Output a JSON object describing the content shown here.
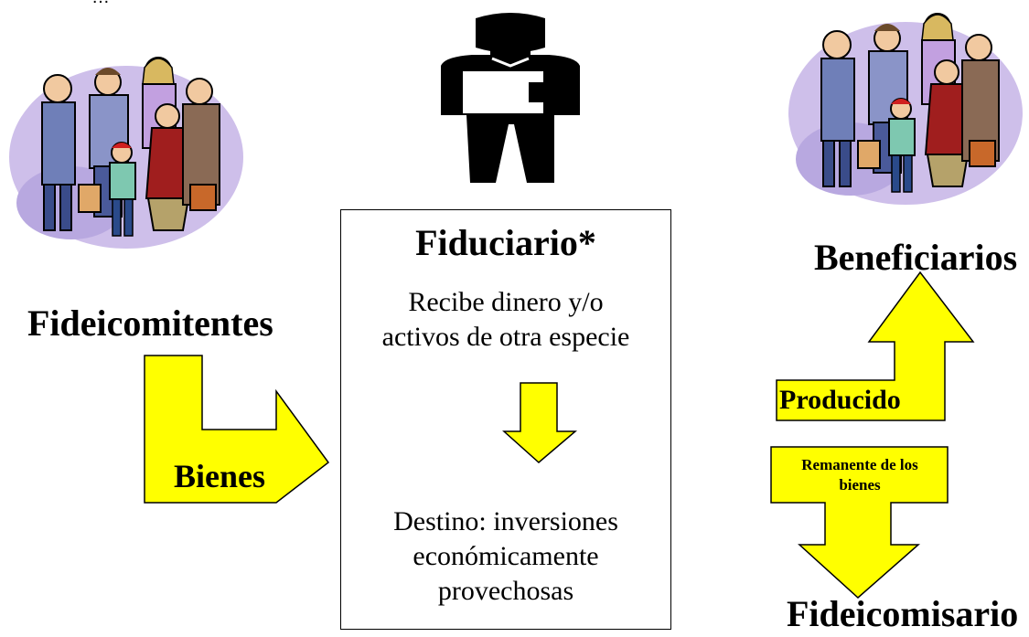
{
  "top_caption": "…",
  "left_group": {
    "label": "Fideicomitentes",
    "illustration": "group-of-people-illustration"
  },
  "center": {
    "illustration": "fiduciary-silhouette-icon",
    "title": "Fiduciario*",
    "receives": [
      "Recibe dinero y/o",
      "activos de otra especie"
    ],
    "destination": [
      "Destino: inversiones",
      "económicamente",
      "provechosas"
    ]
  },
  "right_group": {
    "label": "Beneficiarios",
    "illustration": "group-of-people-illustration"
  },
  "arrows": {
    "bienes": "Bienes",
    "producido": "Producido",
    "remanente": [
      "Remanente de los",
      "bienes"
    ]
  },
  "bottom_label": "Fideicomisario",
  "colors": {
    "arrow_fill": "#ffff00",
    "stroke": "#000000",
    "silhouette": "#000000"
  }
}
